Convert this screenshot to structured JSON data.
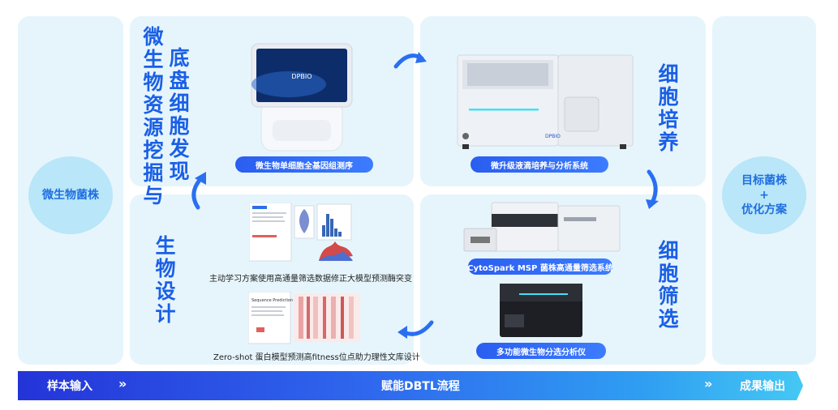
{
  "left_input": {
    "label": "微生物菌株"
  },
  "right_output": {
    "line1": "目标菌株",
    "line2": "+",
    "line3": "优化方案"
  },
  "sections": {
    "mining_title_col1": "微生物资源挖掘与",
    "mining_title_col2": "底盘细胞发现",
    "culture_title": "细胞培养",
    "screening_title": "细胞筛选",
    "design_title": "生物设计"
  },
  "devices": {
    "sequencer": {
      "label": "微生物单细胞全基因组测序"
    },
    "droplet": {
      "label": "微升级液滴培养与分析系统"
    },
    "cytospark": {
      "label": "CytoSpark MSP 菌株高通量筛选系统"
    },
    "sorter": {
      "label": "多功能微生物分选分析仪"
    }
  },
  "design": {
    "caption1": "主动学习方案使用高通量筛选数据修正大模型预测酶突变",
    "caption2": "Zero-shot 蛋白模型预测高fitness位点助力理性文库设计",
    "doc_title": "Sequence Prediction"
  },
  "brand": {
    "logo_text": "DPBIO"
  },
  "banner": {
    "left": "样本输入",
    "left_chevron": "»",
    "center": "赋能DBTL流程",
    "right_chevron": "»",
    "right": "成果输出"
  },
  "colors": {
    "accent_blue": "#1a5fe6",
    "panel_bg": "#e6f5fc",
    "circle_bg": "#b9e6f8"
  }
}
